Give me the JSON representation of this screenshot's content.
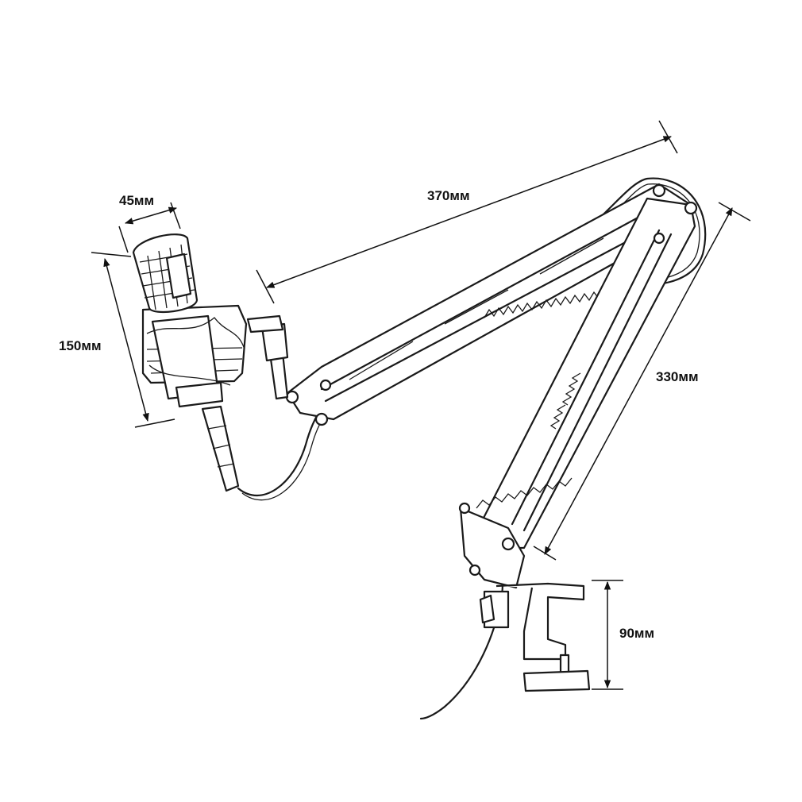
{
  "dimensions": {
    "mic_width": "45мм",
    "mic_height": "150мм",
    "upper_arm_length": "370мм",
    "lower_arm_length": "330мм",
    "clamp_height": "90мм"
  },
  "colors": {
    "line": "#1a1a1a",
    "background": "#ffffff"
  }
}
